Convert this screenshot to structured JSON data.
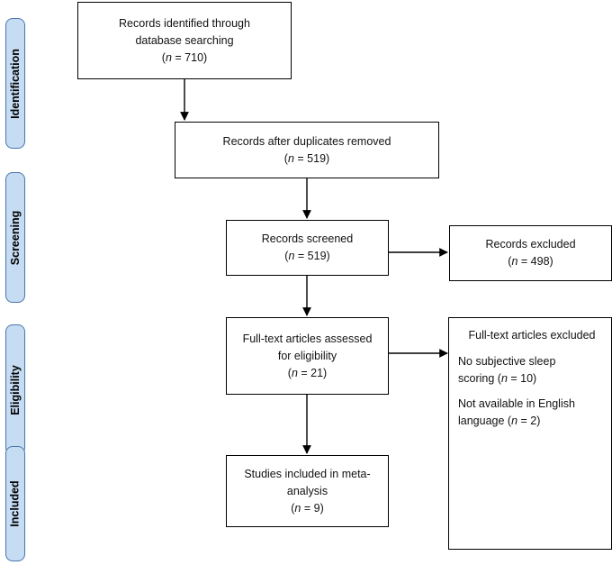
{
  "phases": {
    "identification": "Identification",
    "screening": "Screening",
    "eligibility": "Eligibility",
    "included": "Included"
  },
  "boxes": {
    "identified": {
      "line1": "Records identified through",
      "line2": "database searching",
      "n_label": "n",
      "n_value": " = 710)"
    },
    "duplicates": {
      "line1": "Records after duplicates removed",
      "n_label": "n",
      "n_value": " = 519)"
    },
    "screened": {
      "line1": "Records screened",
      "n_label": "n",
      "n_value": " = 519)"
    },
    "excluded": {
      "line1": "Records excluded",
      "n_label": "n",
      "n_value": " = 498)"
    },
    "fulltext": {
      "line1": "Full-text articles assessed",
      "line2": "for eligibility",
      "n_label": "n",
      "n_value": " = 21)"
    },
    "fulltext_excluded": {
      "heading": "Full-text articles excluded",
      "reason1_line1": "No subjective sleep",
      "reason1_line2_prefix": "scoring (",
      "reason1_n_label": "n",
      "reason1_n_value": " = 10)",
      "reason2_line1": "Not available in English",
      "reason2_line2_prefix": "language (",
      "reason2_n_label": "n",
      "reason2_n_value": " = 2)"
    },
    "included": {
      "line1": "Studies included in meta-",
      "line2": "analysis",
      "n_label": "n",
      "n_value": " = 9)"
    }
  }
}
